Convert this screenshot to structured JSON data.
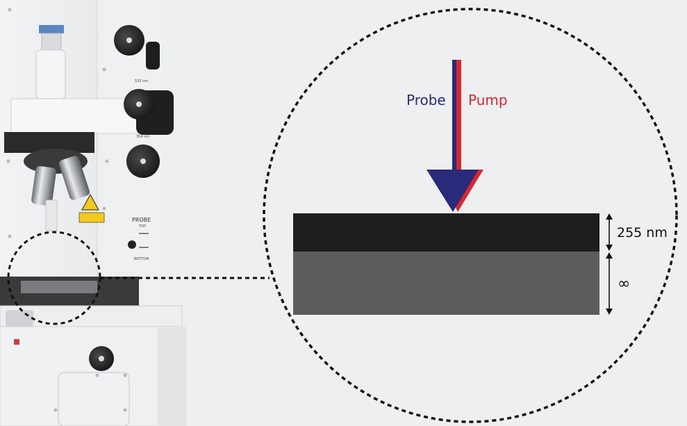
{
  "diagram": {
    "probe_label": "Probe",
    "pump_label": "Pump",
    "film_thickness_label": "255 nm",
    "substrate_thickness_label": "∞",
    "colors": {
      "probe": "#2b2a7a",
      "pump": "#d42a30",
      "film": "#1e1e1c",
      "substrate": "#5c5c5c",
      "background": "#eeeff0"
    }
  },
  "instrument": {
    "panel_labels": {
      "probe": "PROBE",
      "top": "TOP",
      "bottom": "BOTTOM",
      "wavelength_upper": "532 nm",
      "wavelength_lower": "354 nm"
    }
  }
}
